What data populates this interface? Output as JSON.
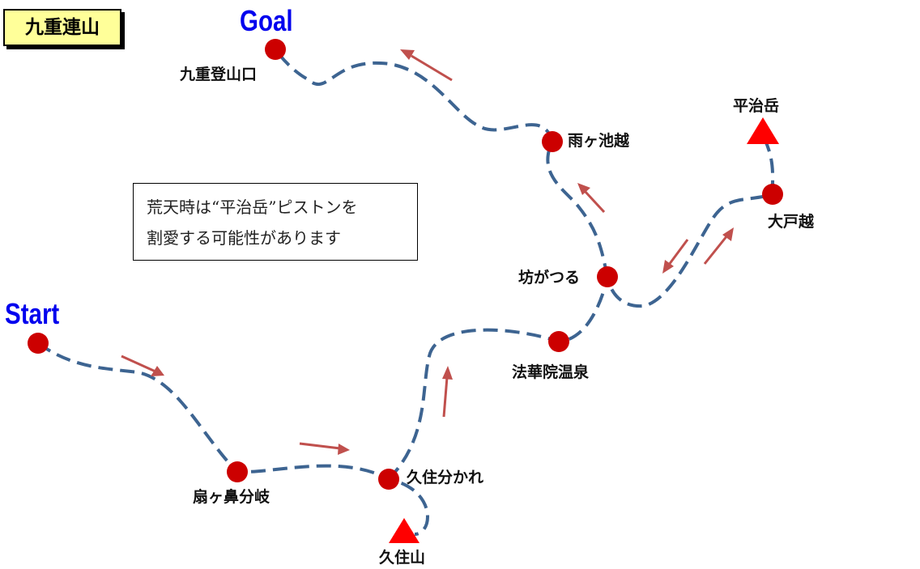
{
  "title": "九重連山",
  "start_label": "Start",
  "goal_label": "Goal",
  "note": {
    "line1": "荒天時は“平治岳”ピストンを",
    "line2": "割愛する可能性があります"
  },
  "places": {
    "kujuu_tozanguchi": "九重登山口",
    "amagaike_goe": "雨ヶ池越",
    "hiijidake": "平治岳",
    "ootogoe": "大戸越",
    "bougatsuru": "坊がつる",
    "hokkein_onsen": "法華院温泉",
    "senogahana_bunki": "扇ヶ鼻分岐",
    "kujuu_wakare": "久住分かれ",
    "kujuusan": "久住山"
  },
  "colors": {
    "trail": "#3d6491",
    "waypoint": "#cc0000",
    "peak": "#ff0000",
    "arrow": "#c0504d",
    "title_bg": "#ffff99",
    "start_goal_text": "#0000ee"
  }
}
